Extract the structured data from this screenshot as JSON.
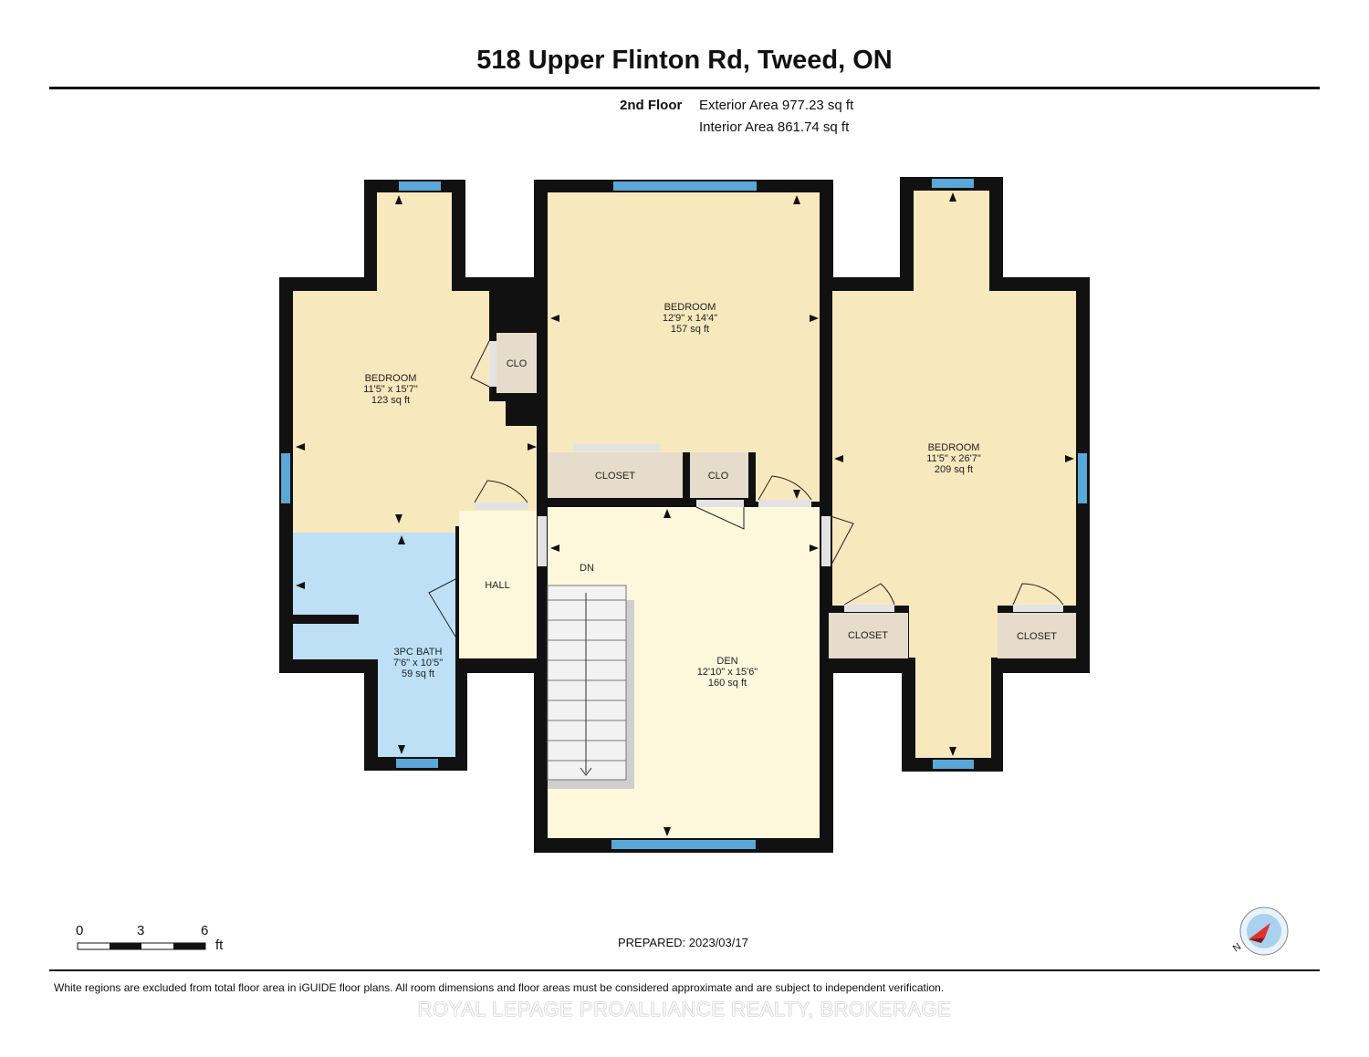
{
  "header": {
    "title": "518 Upper Flinton Rd, Tweed, ON",
    "floor": "2nd Floor",
    "exterior_area": "Exterior Area 977.23 sq ft",
    "interior_area": "Interior Area 861.74 sq ft"
  },
  "rooms": {
    "bedroom_left": {
      "name": "BEDROOM",
      "dims": "11'5\" x 15'7\"",
      "area": "123 sq ft"
    },
    "bedroom_center": {
      "name": "BEDROOM",
      "dims": "12'9\" x 14'4\"",
      "area": "157 sq ft"
    },
    "bedroom_right": {
      "name": "BEDROOM",
      "dims": "11'5\" x 26'7\"",
      "area": "209 sq ft"
    },
    "bath": {
      "name": "3PC BATH",
      "dims": "7'6\" x 10'5\"",
      "area": "59 sq ft"
    },
    "den": {
      "name": "DEN",
      "dims": "12'10\" x 15'6\"",
      "area": "160 sq ft"
    },
    "hall": {
      "name": "HALL"
    },
    "stairs": {
      "name": "DN"
    },
    "clo_left": {
      "name": "CLO"
    },
    "closet_center": {
      "name": "CLOSET"
    },
    "clo_center": {
      "name": "CLO"
    },
    "closet_right_a": {
      "name": "CLOSET"
    },
    "closet_right_b": {
      "name": "CLOSET"
    }
  },
  "colors": {
    "bedroom_fill": "#f8e8bd",
    "bath_fill": "#bde0f7",
    "hall_fill": "#fdf7dc",
    "closet_fill": "#e6dccb",
    "wall": "#111111",
    "window": "#5aa7d8"
  },
  "scale": {
    "ticks": [
      "0",
      "3",
      "6"
    ],
    "unit": "ft"
  },
  "compass": {
    "label": "N",
    "icon": "compass-icon"
  },
  "footer": {
    "prepared": "PREPARED: 2023/03/17",
    "disclaimer": "White regions are excluded from total floor area in iGUIDE floor plans. All room dimensions and floor areas must be considered approximate and are subject to independent verification.",
    "watermark": "ROYAL LEPAGE PROALLIANCE REALTY, BROKERAGE"
  }
}
